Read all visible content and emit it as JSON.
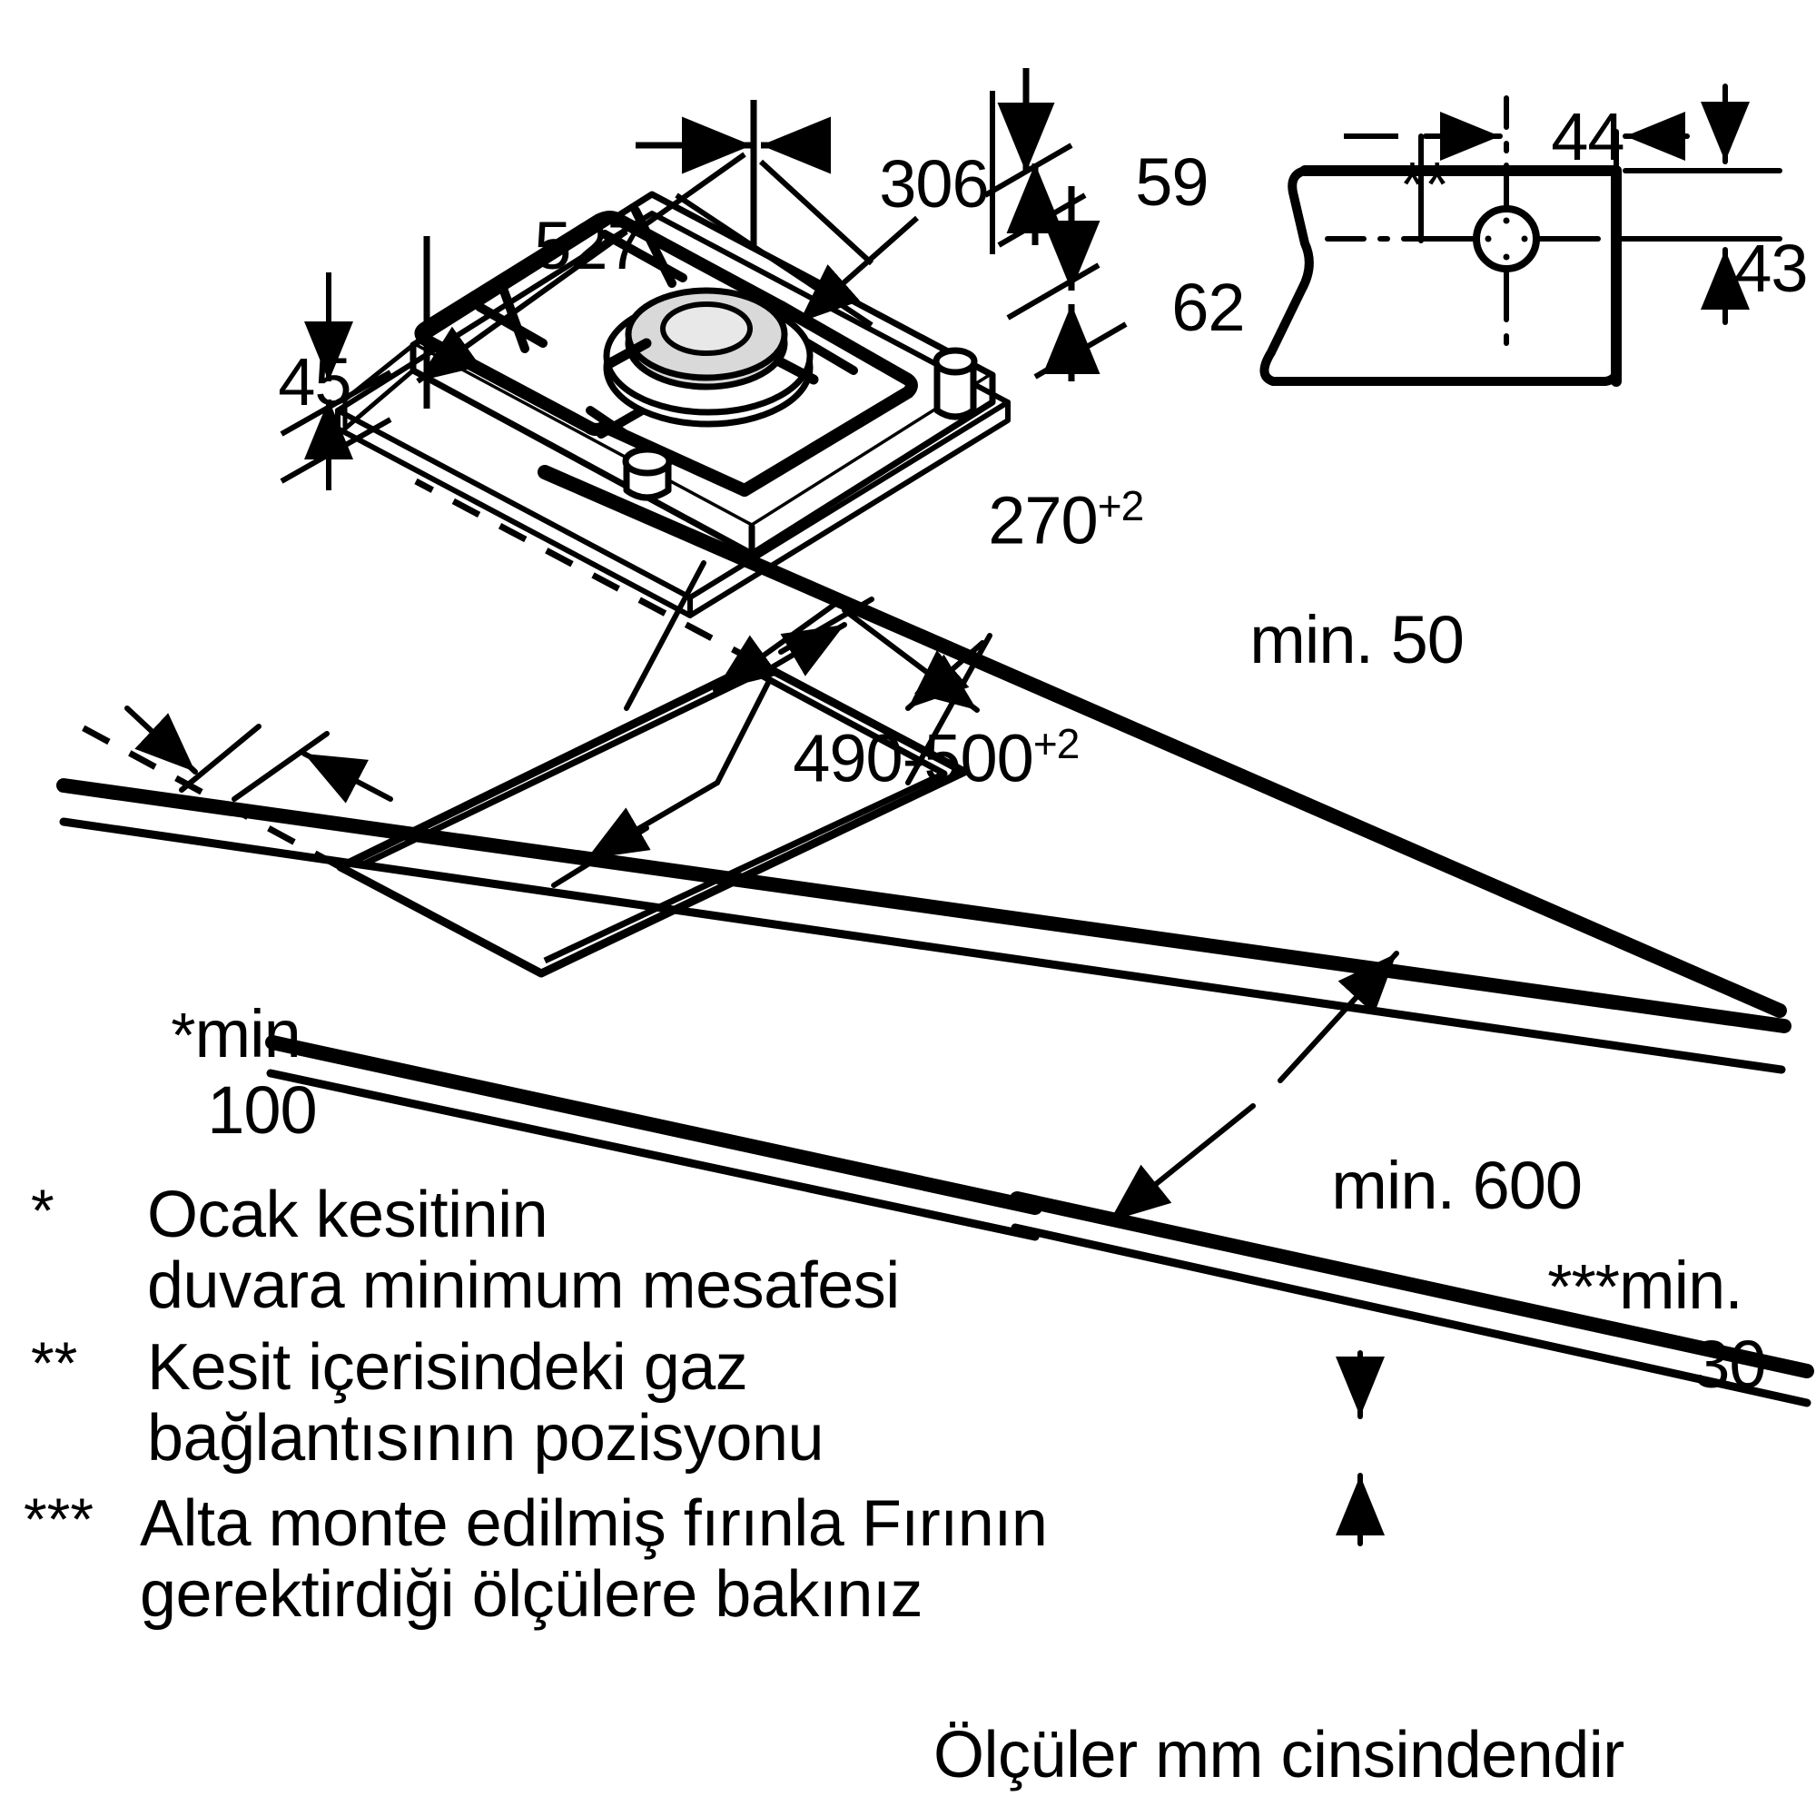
{
  "document": {
    "type": "installation-dimension-drawing",
    "product": "gas hob / domino cooktop cutout drawing",
    "units_note": "Ölçüler mm cinsindendir"
  },
  "hob_dimensions": {
    "width_overall": "527",
    "depth_overall": "306",
    "front_lip_height": "45",
    "top_offset": "59",
    "body_height": "62"
  },
  "gas_connection_detail": {
    "marker": "**",
    "horizontal_offset": "44",
    "vertical_offset": "43"
  },
  "cutout": {
    "depth": "270",
    "depth_tolerance": "+2",
    "width": "490-500",
    "width_tolerance": "+2"
  },
  "clearances": {
    "rear_min": "min. 50",
    "wall_min_label": "min.",
    "wall_min_value": "100",
    "wall_min_marker": "*",
    "overhead_min": "min. 600",
    "under_min_marker": "***",
    "under_min_label": "min.",
    "under_min_value": "30"
  },
  "legend": [
    {
      "mark": "*",
      "lines": [
        "Ocak kesitinin",
        "duvara minimum mesafesi"
      ]
    },
    {
      "mark": "**",
      "lines": [
        "Kesit içerisindeki gaz",
        "bağlantısının pozisyonu"
      ]
    },
    {
      "mark": "***",
      "lines": [
        "Alta monte edilmiş fırınla Fırının",
        "gerektirdiği ölçülere bakınız"
      ]
    }
  ],
  "footer": {
    "note": "Ölçüler mm cinsindendir"
  },
  "colors": {
    "line": "#000000",
    "background": "#ffffff",
    "burner_cap": "#d9d9d9",
    "burner_shade": "#e8e8e8"
  }
}
